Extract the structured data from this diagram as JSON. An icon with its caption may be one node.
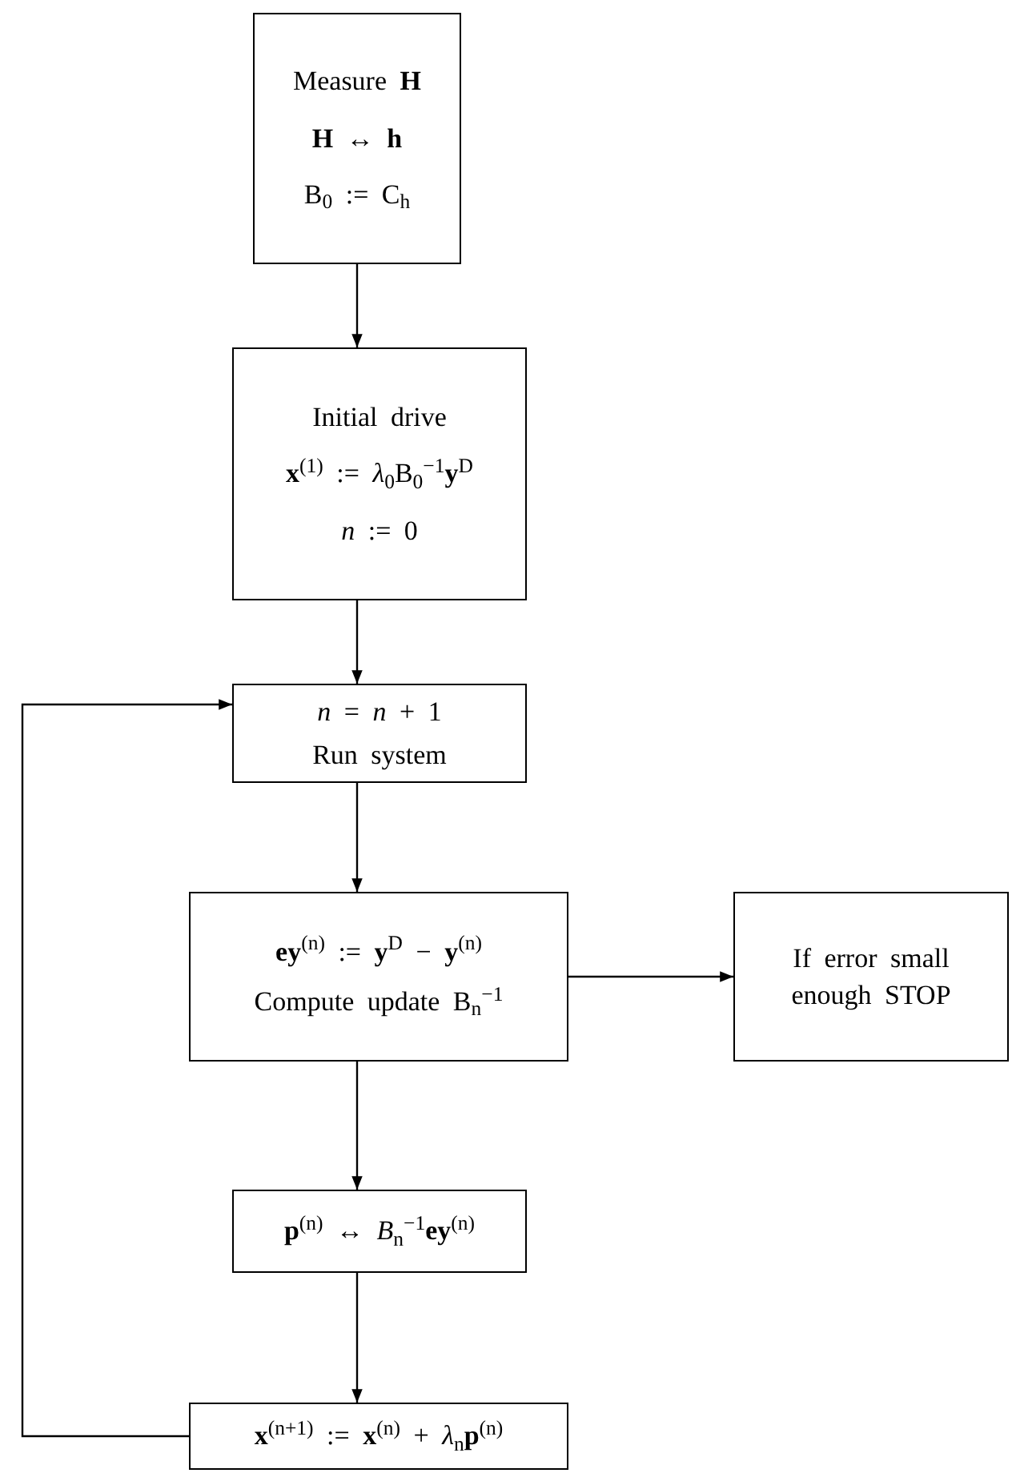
{
  "diagram": {
    "nodes": [
      {
        "text": [
          "Measure **H**",
          "**H** ↔ **h**",
          "B$_{0}$ := C$_{h}$"
        ]
      },
      {
        "text": [
          "Initial drive",
          "**x**$^{(1)}$ := *λ*$_{0}$B$_{0}$$^{−1}$**y**$^{D}$",
          "*n* := 0"
        ]
      },
      {
        "text": [
          "*n* = *n* + 1",
          "Run system"
        ]
      },
      {
        "text": [
          "**ey**$^{(n)}$ := **y**$^{D}$ − **y**$^{(n)}$",
          "Compute update B$_{n}$$^{−1}$"
        ]
      },
      {
        "text": [
          "If error small enough STOP"
        ]
      },
      {
        "text": [
          "**p**$^{(n)}$ ↔ *B*$_{n}$$^{−1}$**ey**$^{(n)}$"
        ]
      },
      {
        "text": [
          "**x**$^{(n+1)}$ := **x**$^{(n)}$ + *λ*$_{n}$**p**$^{(n)}$"
        ]
      }
    ],
    "edges": [
      {
        "from": 0,
        "to": 1,
        "arrow": "to"
      },
      {
        "from": 1,
        "to": 2,
        "arrow": "to"
      },
      {
        "from": 2,
        "to": 3,
        "arrow": "to"
      },
      {
        "from": 3,
        "to": 4,
        "arrow": "to"
      },
      {
        "from": 3,
        "to": 5,
        "arrow": "to"
      },
      {
        "from": 5,
        "to": 6,
        "arrow": "to"
      },
      {
        "from": 6,
        "to": 2,
        "arrow": "to"
      }
    ]
  }
}
